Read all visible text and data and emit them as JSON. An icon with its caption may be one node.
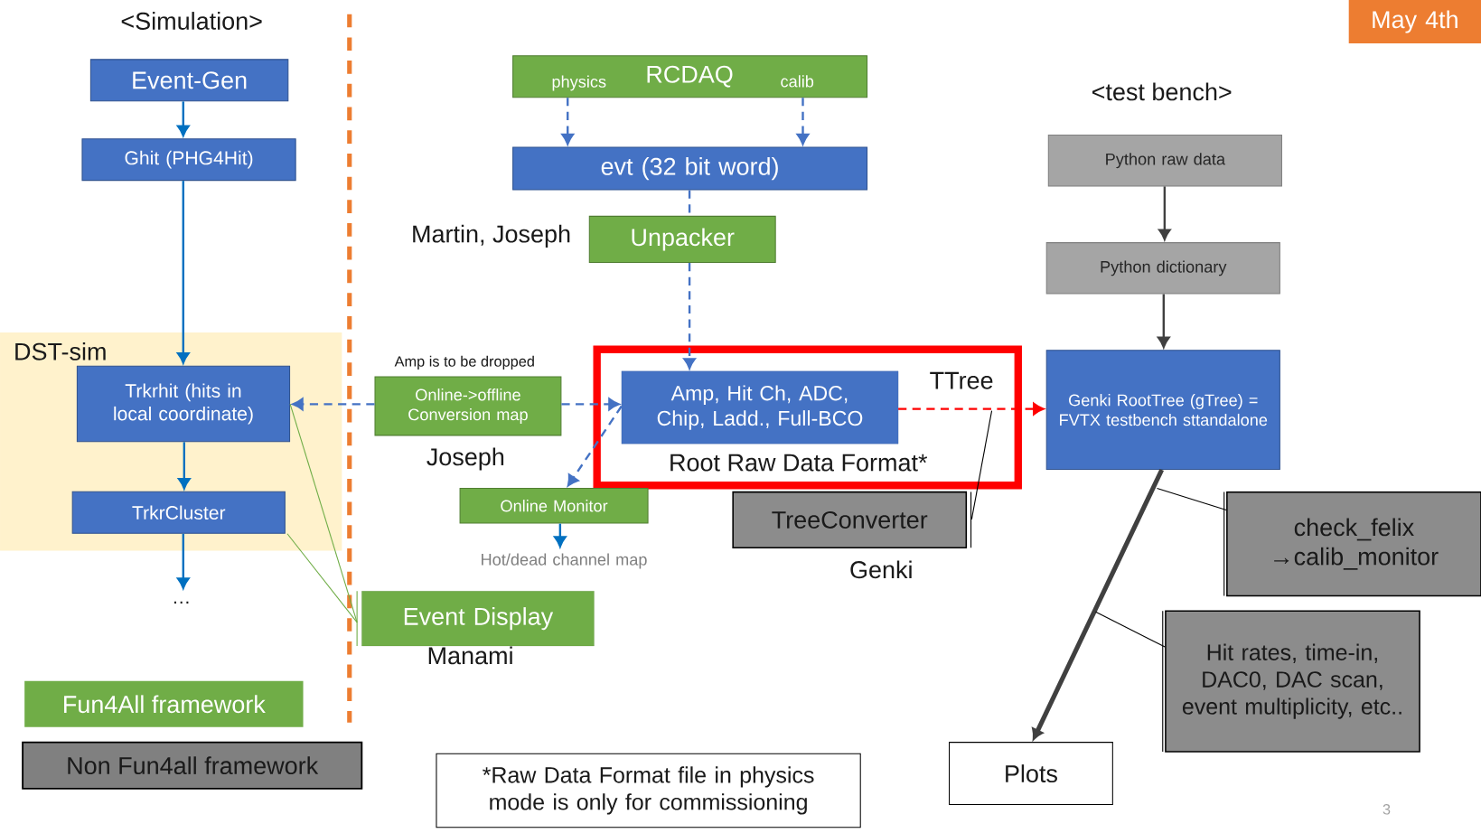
{
  "diagram": {
    "nodes": [
      {
        "text": [
          "Event-Gen"
        ]
      },
      {
        "text": [
          "Ghit (PHG4Hit)"
        ]
      },
      {
        "text": [
          "DST-sim"
        ]
      },
      {
        "text": [
          "Trkrhit (hits in local coordinate)"
        ],
        "in": 2
      },
      {
        "text": [
          "TrkrCluster"
        ],
        "in": 2
      },
      {
        "text": [
          "…"
        ]
      },
      {
        "text": [
          "physics",
          "RCDAQ",
          "calib"
        ]
      },
      {
        "text": [
          "evt (32 bit word)"
        ]
      },
      {
        "text": [
          "Unpacker"
        ],
        "beside": [
          "Martin, Joseph"
        ]
      },
      {
        "text": [
          "Online->offline Conversion map"
        ],
        "beside": [
          "Amp is to be dropped",
          "Joseph"
        ]
      },
      {
        "text": [
          "TTree",
          "Root Raw Data Format*"
        ]
      },
      {
        "text": [
          "Amp, Hit Ch, ADC, Chip, Ladd., Full-BCO"
        ],
        "in": 10
      },
      {
        "text": [
          "Online Monitor"
        ]
      },
      {
        "text": [
          "Hot/dead channel map"
        ]
      },
      {
        "text": [
          "TreeConverter"
        ],
        "beside": [
          "Genki"
        ]
      },
      {
        "text": [
          "Event Display"
        ],
        "beside": [
          "Manami"
        ]
      },
      {
        "text": [
          "Python raw data"
        ]
      },
      {
        "text": [
          "Python dictionary"
        ]
      },
      {
        "text": [
          "Genki RootTree (gTree) = FVTX testbench sttandalone"
        ]
      },
      {
        "text": [
          "check_felix →calib_monitor"
        ]
      },
      {
        "text": [
          "Hit rates, time-in, DAC0, DAC scan, event multiplicity, etc.."
        ]
      },
      {
        "text": [
          "Plots"
        ]
      },
      {
        "text": [
          "*Raw Data Format file in physics mode is only for commissioning"
        ]
      },
      {
        "text": [
          "May 4th"
        ]
      }
    ],
    "edges": [
      {
        "from": 0,
        "to": 1,
        "arrow": "to",
        "color": "#0070c0"
      },
      {
        "from": 1,
        "to": 3,
        "arrow": "to",
        "color": "#0070c0"
      },
      {
        "from": 3,
        "to": 4,
        "arrow": "to",
        "color": "#0070c0"
      },
      {
        "from": 4,
        "to": 5,
        "arrow": "to",
        "color": "#0070c0"
      },
      {
        "from": 6,
        "to": 7,
        "arrow": "to",
        "style": "dashed"
      },
      {
        "from": 6,
        "to": 7,
        "arrow": "to",
        "style": "dashed"
      },
      {
        "from": 7,
        "to": 8,
        "arrow": "none",
        "style": "dashed"
      },
      {
        "from": 8,
        "to": 11,
        "arrow": "to",
        "style": "dashed"
      },
      {
        "from": 9,
        "to": 3,
        "arrow": "to",
        "style": "dashed"
      },
      {
        "from": 9,
        "to": 11,
        "arrow": "to",
        "style": "dashed"
      },
      {
        "from": 11,
        "to": 12,
        "arrow": "to",
        "style": "dashed"
      },
      {
        "from": 12,
        "to": 13,
        "arrow": "to",
        "color": "#0070c0"
      },
      {
        "from": 11,
        "to": 18,
        "arrow": "to",
        "style": "dashed",
        "color": "#ff0000"
      },
      {
        "from": 14,
        "to": null,
        "arrow": "none",
        "color": "#000000"
      },
      {
        "from": 3,
        "to": 15,
        "arrow": "none",
        "color": "#70ad47"
      },
      {
        "from": 4,
        "to": 15,
        "arrow": "none",
        "color": "#70ad47"
      },
      {
        "from": 16,
        "to": 17,
        "arrow": "to",
        "color": "#404040"
      },
      {
        "from": 17,
        "to": 18,
        "arrow": "to",
        "color": "#404040"
      },
      {
        "from": 18,
        "to": 21,
        "arrow": "to",
        "style": "thick",
        "color": "#404040"
      },
      {
        "from": 19,
        "to": null,
        "arrow": "none",
        "color": "#000000"
      },
      {
        "from": 20,
        "to": null,
        "arrow": "none",
        "color": "#000000"
      }
    ],
    "labels": [
      "<Simulation>",
      "<test bench>",
      "3"
    ],
    "legend": [
      {
        "text": "Fun4All framework",
        "color": "#70ad47"
      },
      {
        "text": "Non Fun4all framework",
        "color": "#808080"
      }
    ]
  }
}
